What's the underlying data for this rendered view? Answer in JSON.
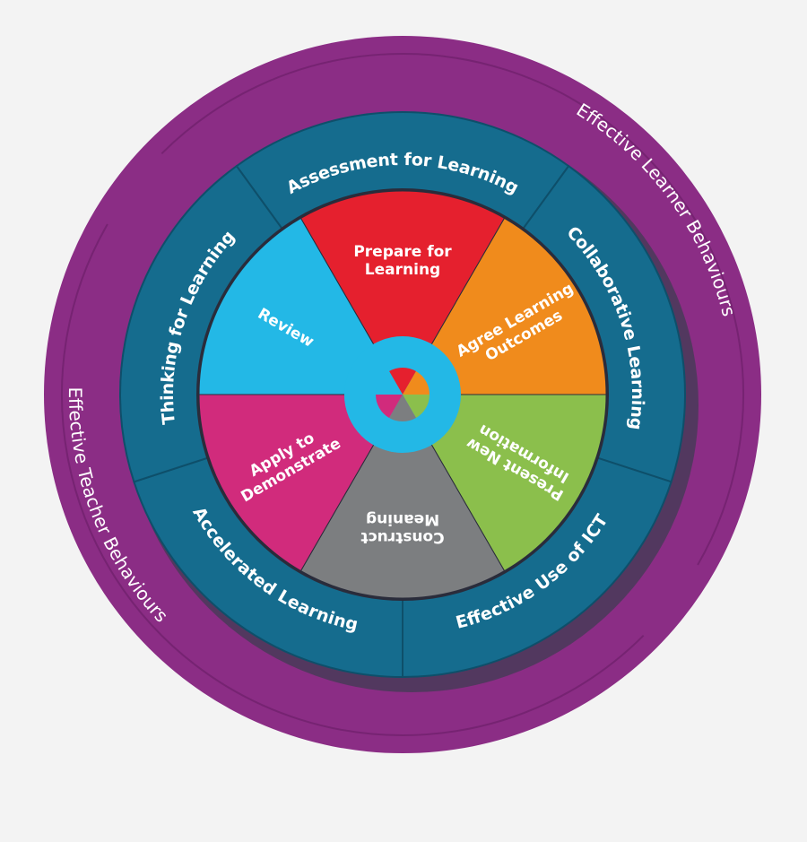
{
  "outer_ring": {
    "top_label": "Effective Learner Behaviours",
    "bottom_label": "Effective Teacher Behaviours",
    "color": "#8b2d85"
  },
  "middle_ring": {
    "color": "#156c8e",
    "segments": [
      {
        "label": "Assessment for Learning"
      },
      {
        "label": "Collaborative Learning"
      },
      {
        "label": "Effective Use of ICT"
      },
      {
        "label": "Accelerated Learning"
      },
      {
        "label": "Thinking for Learning"
      }
    ]
  },
  "wheel": {
    "wedges": [
      {
        "lines": [
          "Prepare for",
          "Learning"
        ],
        "color": "#e5202e"
      },
      {
        "lines": [
          "Agree Learning",
          "Outcomes"
        ],
        "color": "#f08b1c"
      },
      {
        "lines": [
          "Present New",
          "Information"
        ],
        "color": "#8bbf4c"
      },
      {
        "lines": [
          "Construct",
          "Meaning"
        ],
        "color": "#7c7e80"
      },
      {
        "lines": [
          "Apply to",
          "Demonstrate"
        ],
        "color": "#d12b7c"
      },
      {
        "lines": [
          "Review"
        ],
        "color": "#23b8e6"
      }
    ],
    "center_ring_color": "#23b8e6"
  }
}
